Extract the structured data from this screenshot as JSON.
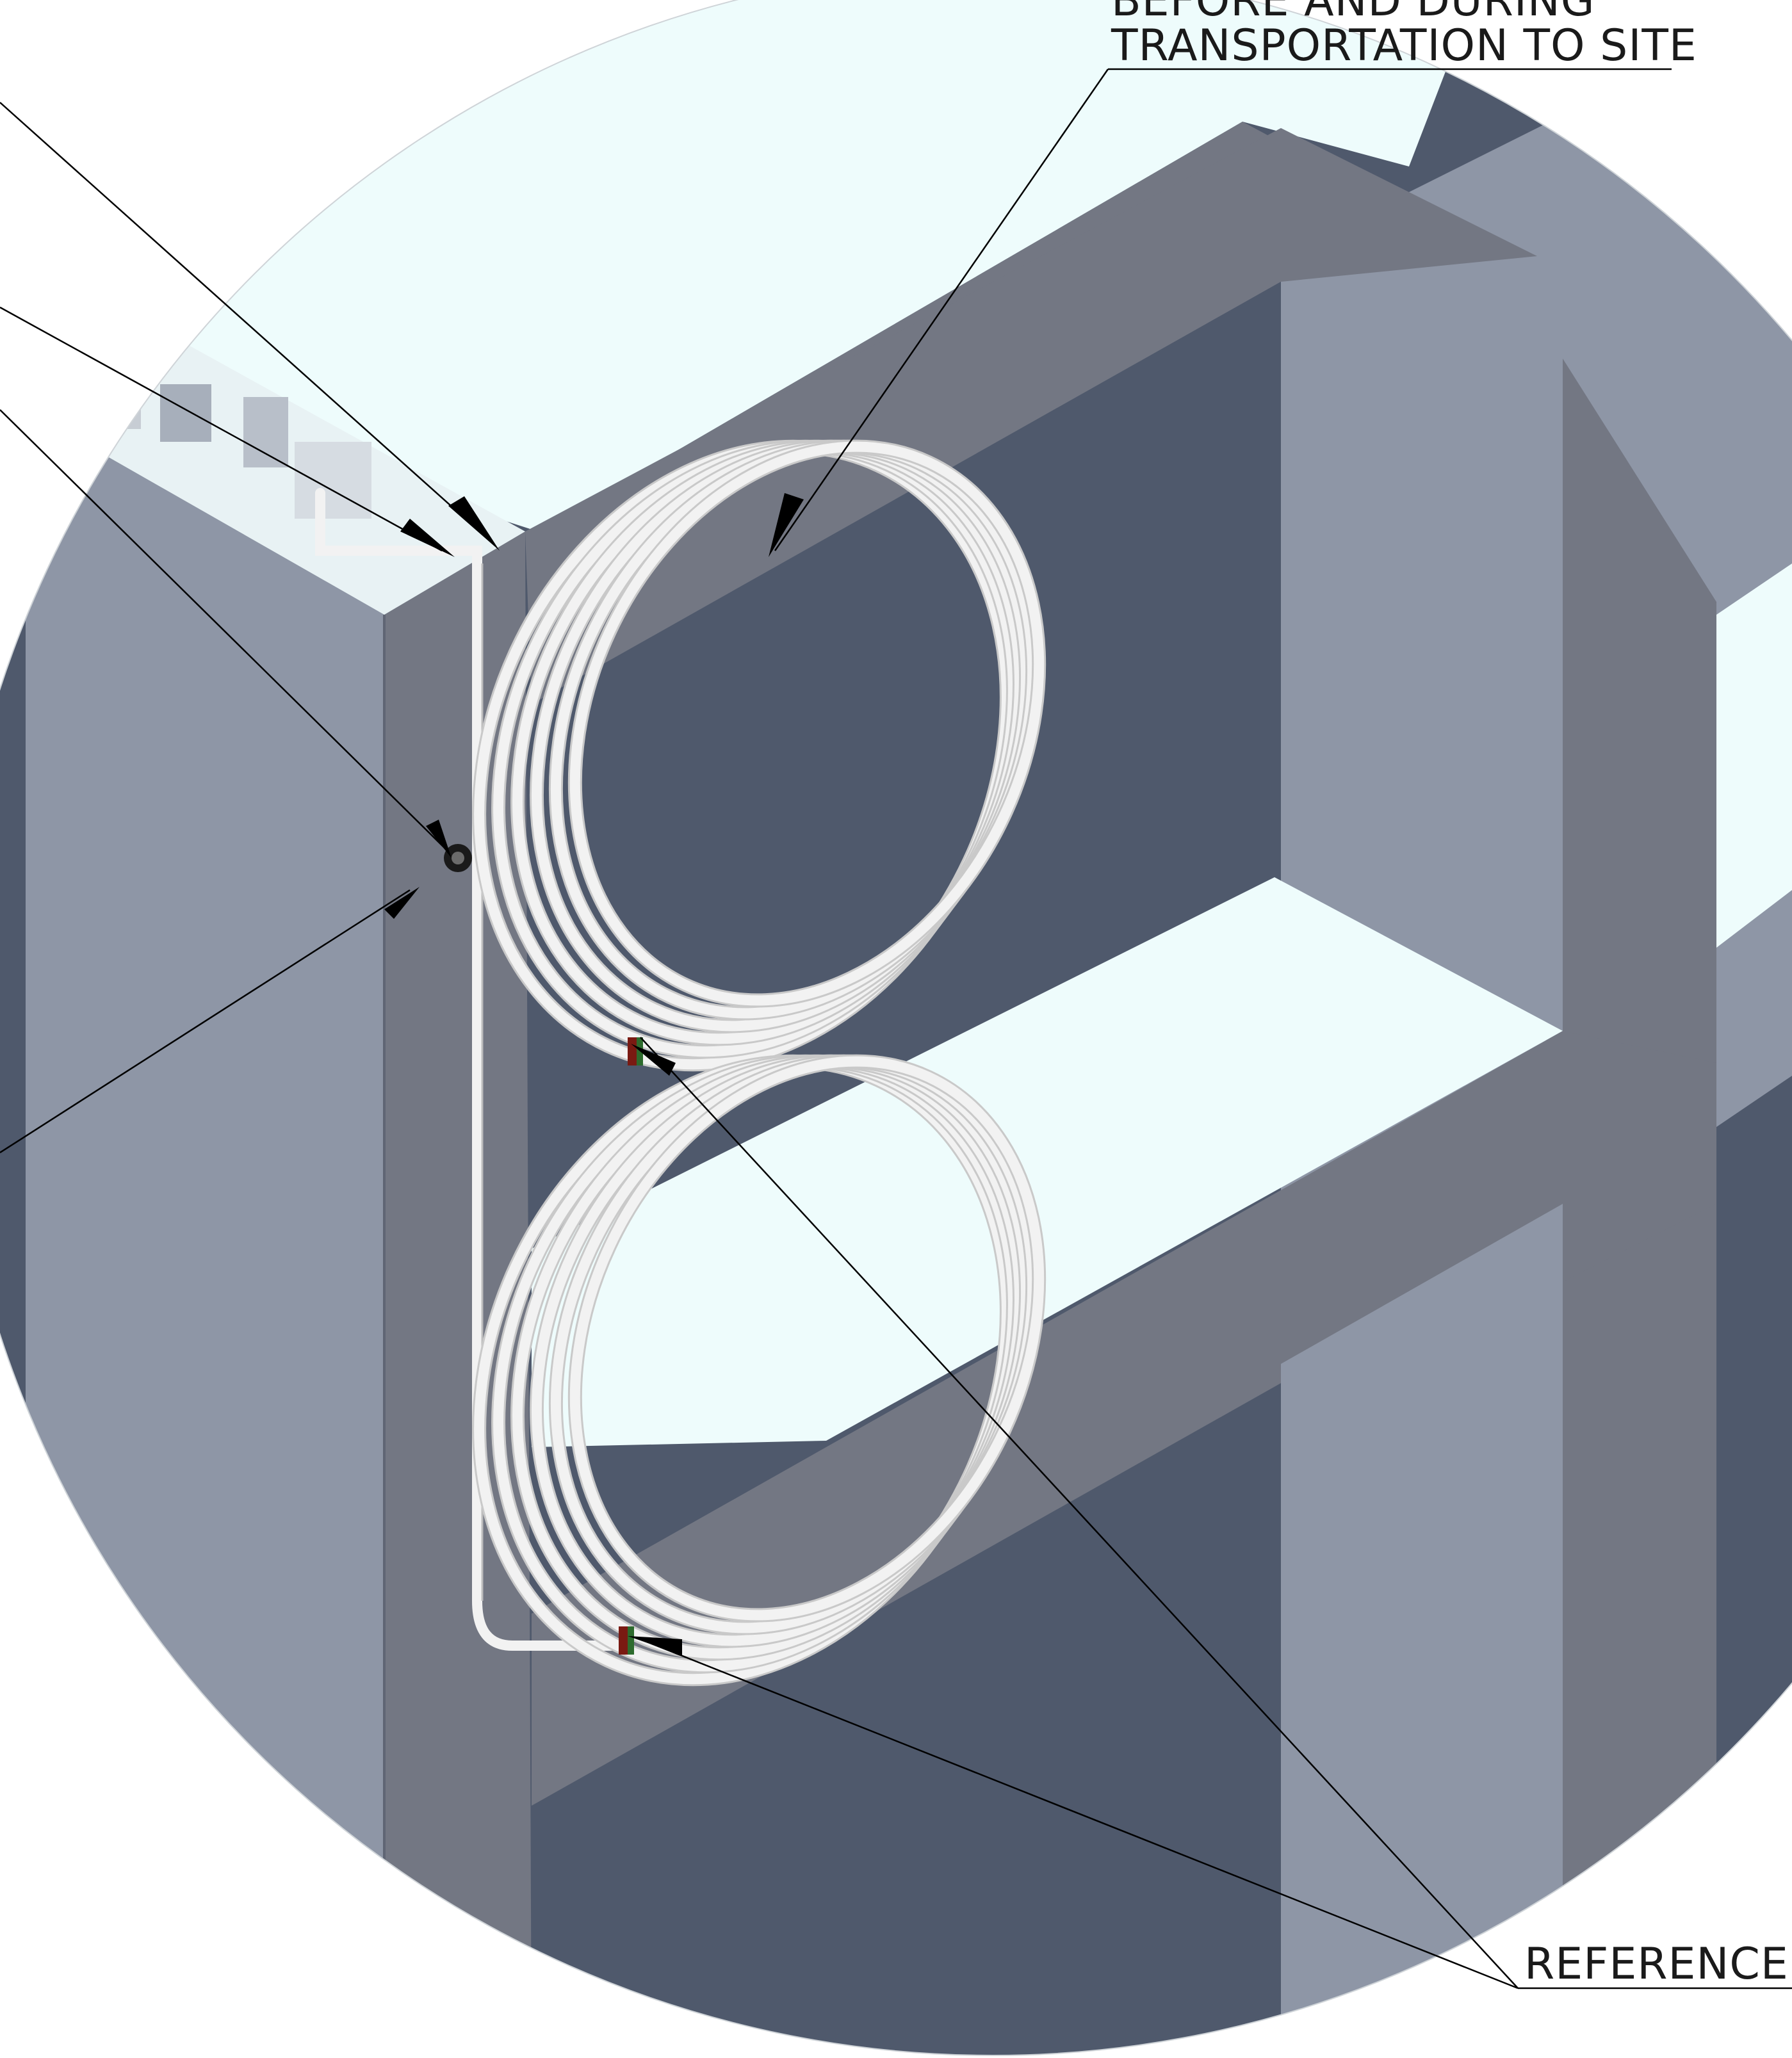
{
  "callouts": {
    "top_line1": "BEFORE AND DURING",
    "top_line2": "TRANSPORTATION TO SITE",
    "bottom": "REFERENCE T"
  },
  "colors": {
    "sky": "#eefcfc",
    "frame_light": "#8e96a6",
    "frame_mid": "#737783",
    "frame_dark": "#4f596c",
    "coil": "#f2f2f2",
    "coil_shadow": "#c9c9c9",
    "leader": "#000000"
  }
}
